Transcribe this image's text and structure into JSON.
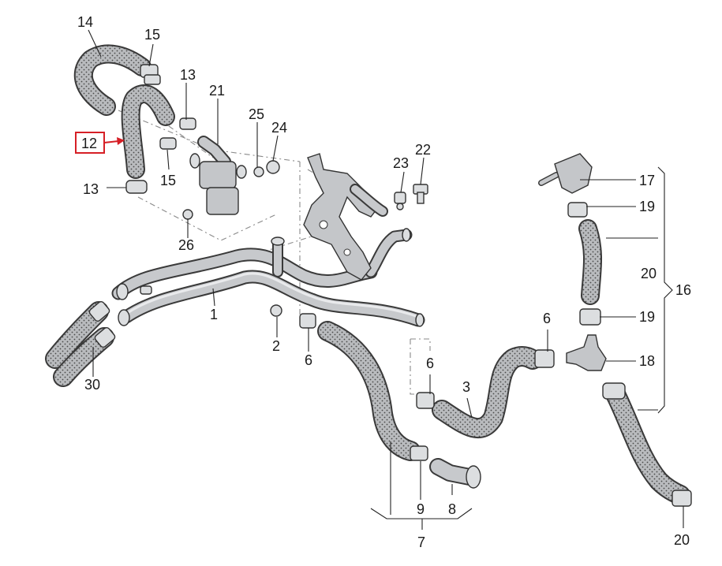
{
  "diagram": {
    "labels": [
      {
        "id": "14",
        "text": "14"
      },
      {
        "id": "15a",
        "text": "15"
      },
      {
        "id": "13a",
        "text": "13"
      },
      {
        "id": "21",
        "text": "21"
      },
      {
        "id": "25",
        "text": "25"
      },
      {
        "id": "24",
        "text": "24"
      },
      {
        "id": "12",
        "text": "12"
      },
      {
        "id": "15b",
        "text": "15"
      },
      {
        "id": "13b",
        "text": "13"
      },
      {
        "id": "23",
        "text": "23"
      },
      {
        "id": "22",
        "text": "22"
      },
      {
        "id": "26",
        "text": "26"
      },
      {
        "id": "1",
        "text": "1"
      },
      {
        "id": "2",
        "text": "2"
      },
      {
        "id": "6a",
        "text": "6"
      },
      {
        "id": "30",
        "text": "30"
      },
      {
        "id": "6b",
        "text": "6"
      },
      {
        "id": "3",
        "text": "3"
      },
      {
        "id": "6c",
        "text": "6"
      },
      {
        "id": "9",
        "text": "9"
      },
      {
        "id": "8",
        "text": "8"
      },
      {
        "id": "7",
        "text": "7"
      },
      {
        "id": "17",
        "text": "17"
      },
      {
        "id": "19a",
        "text": "19"
      },
      {
        "id": "20a",
        "text": "20"
      },
      {
        "id": "16",
        "text": "16"
      },
      {
        "id": "19b",
        "text": "19"
      },
      {
        "id": "18",
        "text": "18"
      },
      {
        "id": "20b",
        "text": "20"
      }
    ],
    "colors": {
      "hose_fill": "#b9bbbe",
      "pipe_fill": "#c7c9cc",
      "callout": "#d61f26",
      "line": "#222222"
    }
  }
}
